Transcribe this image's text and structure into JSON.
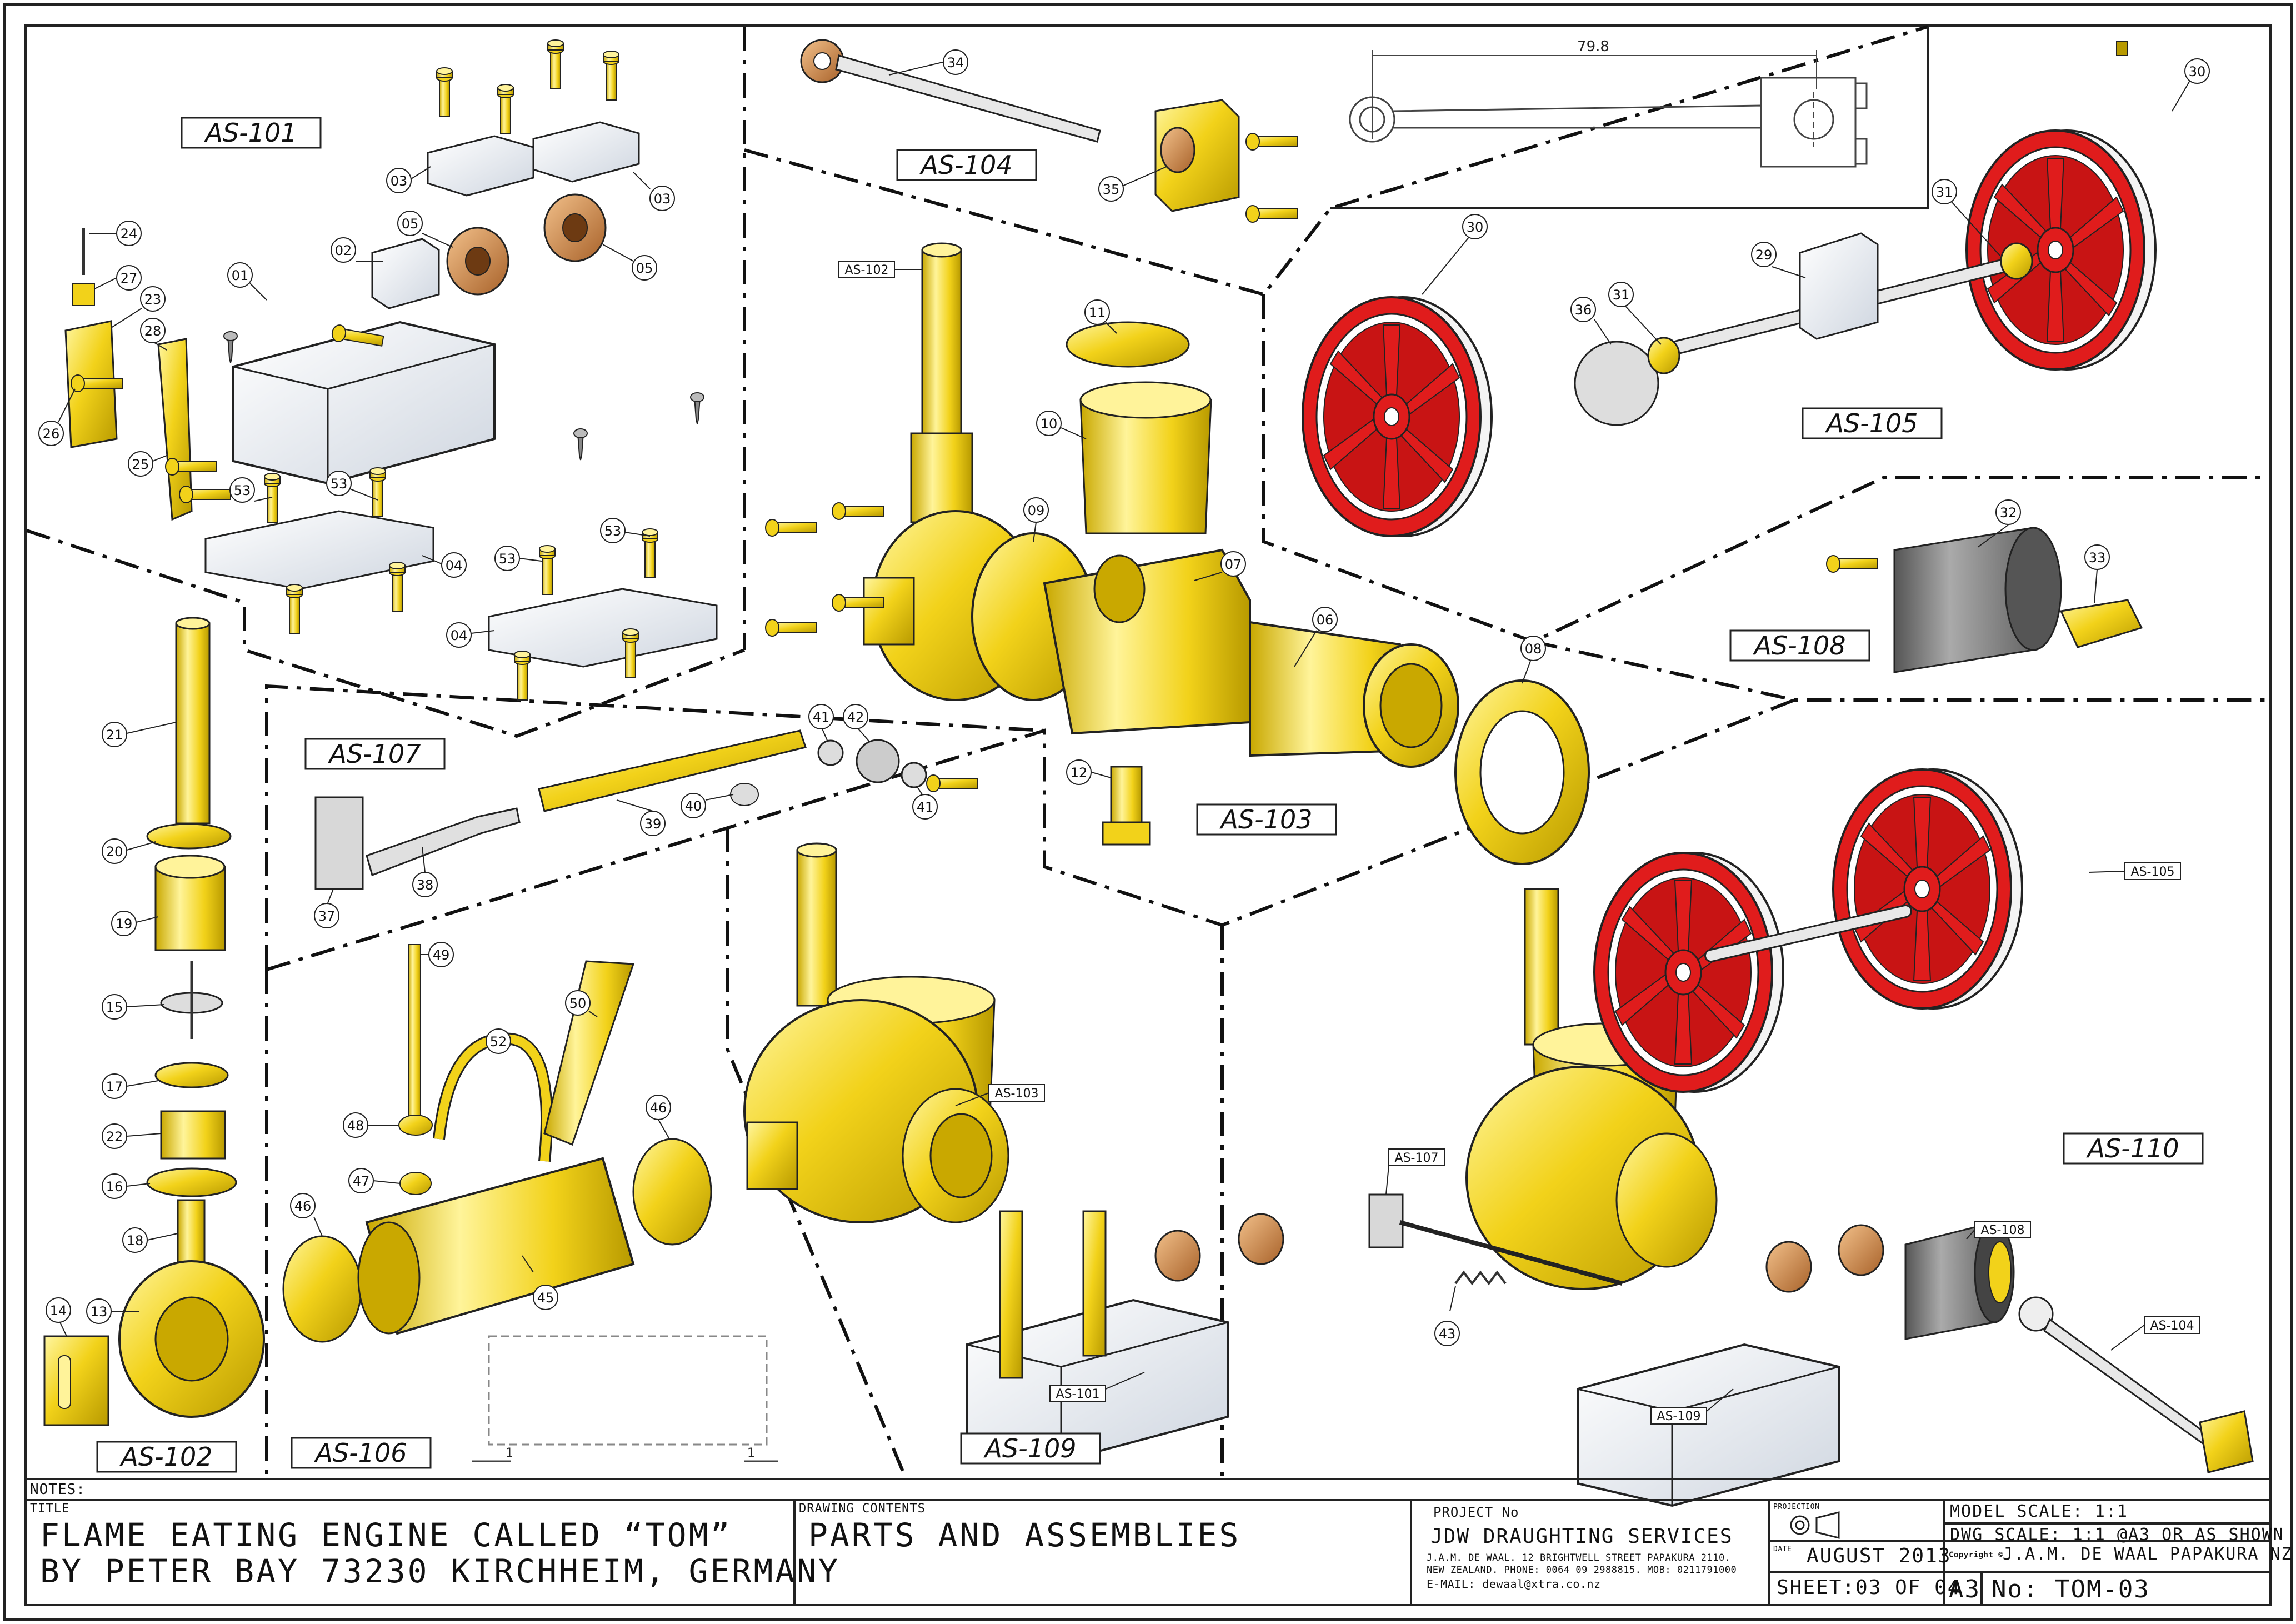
{
  "assembly_labels": {
    "as101": "AS-101",
    "as102": "AS-102",
    "as103": "AS-103",
    "as104": "AS-104",
    "as105": "AS-105",
    "as106": "AS-106",
    "as107": "AS-107",
    "as108": "AS-108",
    "as109": "AS-109",
    "as110": "AS-110"
  },
  "dimension": {
    "length": "79.8",
    "tank_left": "1",
    "tank_right": "1"
  },
  "part_numbers": [
    "01",
    "02",
    "03",
    "04",
    "05",
    "06",
    "07",
    "08",
    "09",
    "10",
    "11",
    "12",
    "13",
    "14",
    "15",
    "16",
    "17",
    "18",
    "19",
    "20",
    "21",
    "22",
    "23",
    "24",
    "25",
    "26",
    "27",
    "28",
    "29",
    "30",
    "31",
    "32",
    "33",
    "34",
    "35",
    "36",
    "37",
    "38",
    "39",
    "40",
    "41",
    "42",
    "43",
    "45",
    "46",
    "47",
    "48",
    "49",
    "50",
    "52",
    "53"
  ],
  "title_block": {
    "notes_label": "NOTES:",
    "title_label": "TITLE",
    "title_line1": "FLAME EATING ENGINE CALLED “TOM”",
    "title_line2": "BY PETER BAY 73230 KIRCHHEIM, GERMANY",
    "contents_label": "DRAWING CONTENTS",
    "contents": "PARTS AND ASSEMBLIES",
    "project_label": "PROJECT No",
    "company": "JDW DRAUGHTING SERVICES",
    "address1": "J.A.M. DE WAAL. 12 BRIGHTWELL STREET PAPAKURA 2110.",
    "address2": "NEW ZEALAND. PHONE: 0064 09 2988815. MOB: 0211791000",
    "email": "E-MAIL: dewaal@xtra.co.nz",
    "projection_label": "PROJECTION",
    "date_label": "DATE",
    "date": "AUGUST 2013",
    "sheet": "SHEET:03 OF 04",
    "size": "A3",
    "drawing_no": "No: TOM-03",
    "model_scale": "MODEL SCALE: 1:1",
    "dwg_scale": "DWG SCALE: 1:1 @A3 OR AS SHOWN",
    "copyright_label": "Copyright ©",
    "copyright": "J.A.M. DE WAAL PAPAKURA NZ"
  },
  "colors": {
    "brass": "#f2d21a",
    "brass_dark": "#b89a00",
    "red": "#e01c1c",
    "steel": "#e8ecf2",
    "bronze": "#d08a4a",
    "grey": "#7d7d7d"
  }
}
